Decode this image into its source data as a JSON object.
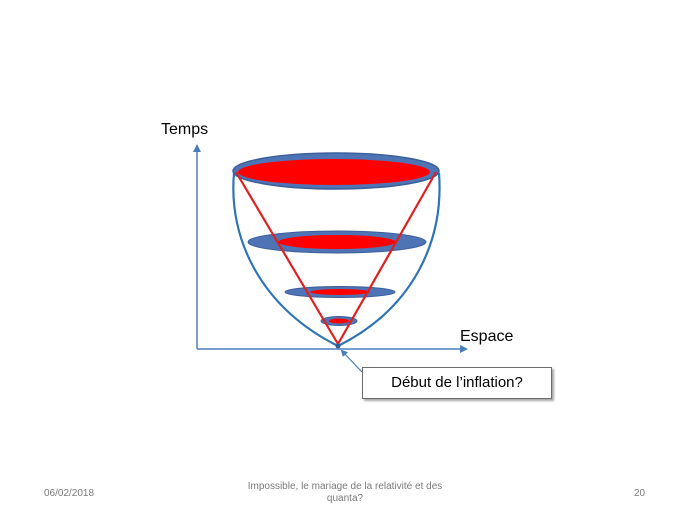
{
  "diagram": {
    "y_axis_label": "Temps",
    "x_axis_label": "Espace",
    "callout_text": "Début de l’inflation?"
  },
  "footer": {
    "date": "06/02/2018",
    "title": "Impossible, le mariage de la relativité et des quanta?",
    "page_number": "20"
  },
  "colors": {
    "disk_blue": "#4f74b5",
    "disk_red": "#ff0000",
    "axis_blue": "#4a7ebb",
    "bowl_blue": "#2e75b6",
    "cone_red": "#e02020"
  }
}
